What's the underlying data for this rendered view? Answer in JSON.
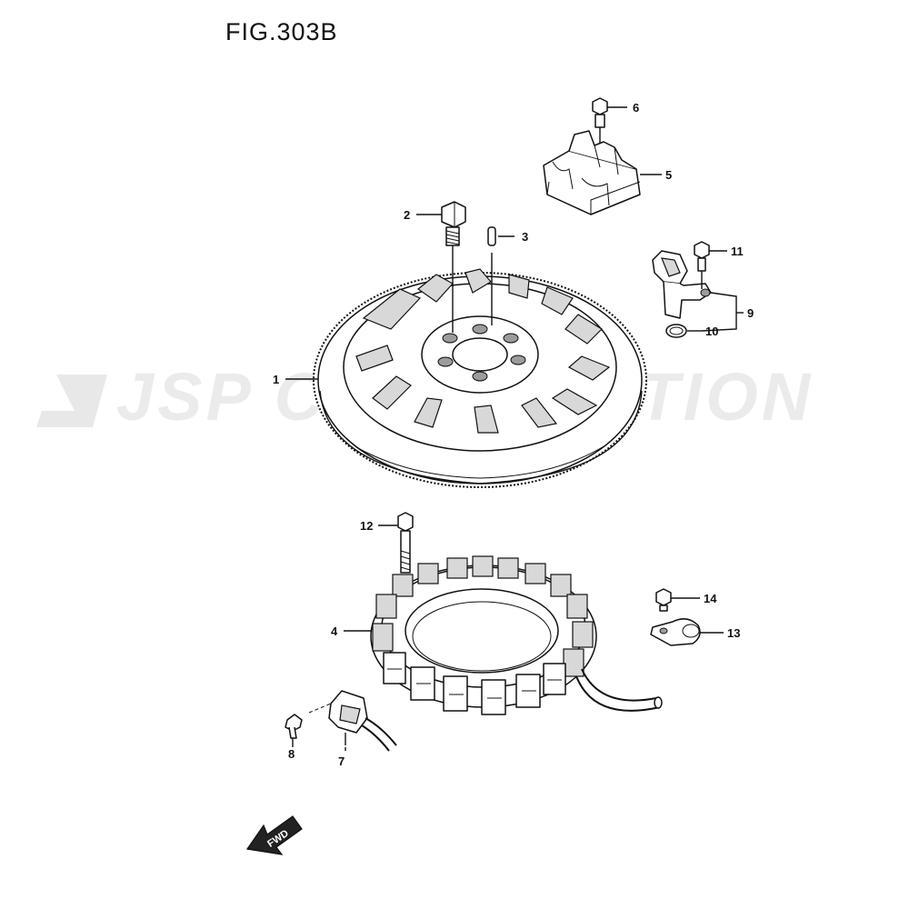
{
  "figure": {
    "title": "FIG.303B"
  },
  "watermark": {
    "text": "JSP CORPORATION"
  },
  "callouts": {
    "c1": "1",
    "c2": "2",
    "c3": "3",
    "c4": "4",
    "c5": "5",
    "c6": "6",
    "c7": "7",
    "c8": "8",
    "c9": "9",
    "c10": "10",
    "c11": "11",
    "c12": "12",
    "c13": "13",
    "c14": "14"
  },
  "fwd": {
    "label": "FWD"
  },
  "parts": [
    "flywheel",
    "flywheel-bolt",
    "dowel-pin",
    "stator",
    "clamp-bracket",
    "clamp-bolt",
    "pulser-coil",
    "pulser-screw",
    "crank-position-sensor",
    "o-ring",
    "sensor-bolt",
    "stator-bolt",
    "wire-clamp",
    "wire-clamp-bolt"
  ]
}
